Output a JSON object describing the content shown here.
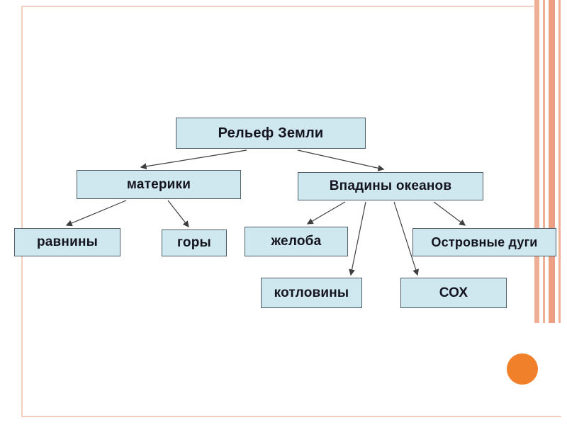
{
  "diagram": {
    "nodes": {
      "root": "Рельеф Земли",
      "continents": "материки",
      "ocean_basins": "Впадины океанов",
      "plains": "равнины",
      "mountains": "горы",
      "trenches": "желоба",
      "basins": "котловины",
      "sox": "СОХ",
      "island_arcs": "Островные дуги"
    },
    "edges": [
      [
        "root",
        "continents"
      ],
      [
        "root",
        "ocean_basins"
      ],
      [
        "continents",
        "plains"
      ],
      [
        "continents",
        "mountains"
      ],
      [
        "ocean_basins",
        "trenches"
      ],
      [
        "ocean_basins",
        "basins"
      ],
      [
        "ocean_basins",
        "sox"
      ],
      [
        "ocean_basins",
        "island_arcs"
      ]
    ]
  },
  "colors": {
    "slide_bg": "#ffffff",
    "box_fill": "#cfe7ef",
    "box_border": "#4d5c66",
    "accent_circle": "#f0802a",
    "stripe": "#efae95",
    "stripe_dark": "#eca083",
    "frame": "#f3cdbd",
    "arrow": "#3f3f3f"
  }
}
